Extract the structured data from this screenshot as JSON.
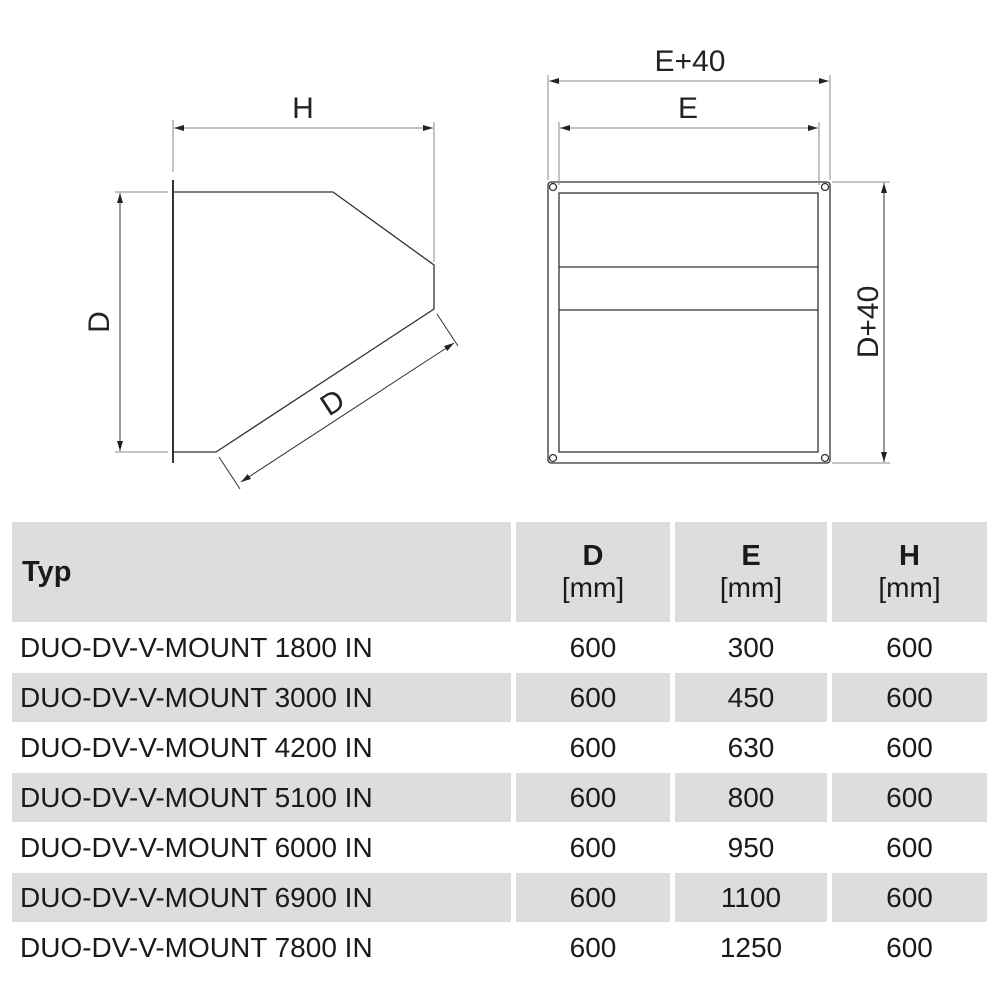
{
  "drawing": {
    "side_view": {
      "label_h": "H",
      "label_d_vertical": "D",
      "label_d_diagonal": "D"
    },
    "front_view": {
      "label_e40": "E+40",
      "label_e": "E",
      "label_d40": "D+40"
    }
  },
  "table": {
    "headers": [
      {
        "title": "Typ",
        "unit": ""
      },
      {
        "title": "D",
        "unit": "[mm]"
      },
      {
        "title": "E",
        "unit": "[mm]"
      },
      {
        "title": "H",
        "unit": "[mm]"
      }
    ],
    "rows": [
      {
        "typ": "DUO-DV-V-MOUNT 1800 IN",
        "d": "600",
        "e": "300",
        "h": "600"
      },
      {
        "typ": "DUO-DV-V-MOUNT 3000 IN",
        "d": "600",
        "e": "450",
        "h": "600"
      },
      {
        "typ": "DUO-DV-V-MOUNT 4200 IN",
        "d": "600",
        "e": "630",
        "h": "600"
      },
      {
        "typ": "DUO-DV-V-MOUNT 5100 IN",
        "d": "600",
        "e": "800",
        "h": "600"
      },
      {
        "typ": "DUO-DV-V-MOUNT 6000 IN",
        "d": "600",
        "e": "950",
        "h": "600"
      },
      {
        "typ": "DUO-DV-V-MOUNT 6900 IN",
        "d": "600",
        "e": "1100",
        "h": "600"
      },
      {
        "typ": "DUO-DV-V-MOUNT 7800 IN",
        "d": "600",
        "e": "1250",
        "h": "600"
      }
    ],
    "colors": {
      "shade": "#dcdddd"
    }
  }
}
